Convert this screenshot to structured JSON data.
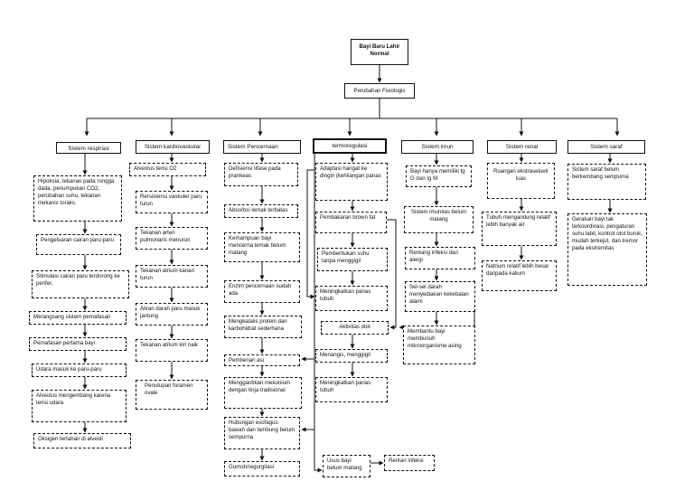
{
  "diagram": {
    "root": "Bayi Baru  Lahir Normal",
    "level1": "Perubahan Fisiologis",
    "systems": [
      {
        "title": "Sistem respirasi",
        "items": [
          "Hipoksia, tekanan pada rongga dada, penumpukan CO2, perubahan suhu, tekanan mekanis toraks.",
          "Pengeluaran cairan paru-paru",
          "Stimulasi cairan paru terdorong ke perifer,",
          "Merangsang sistem pernafasan",
          "Pernafasan pertama bayi",
          "Udara masuk ke paru-paru",
          "Alveolus mengembang karena terisi udara",
          "Oksigen tertahan di alveoli"
        ]
      },
      {
        "title": "Sistem kardiovaskular",
        "items": [
          "Alveolus terisi O2",
          "Rersistensi vaskuler paru turun",
          "Tekanan arteri pulmonaris menurun",
          "Tekanan atrium kanan turun",
          "Aliran darah paru masuk jantung",
          "Tekanan atrium kiri naik",
          "Penutupan foramen ovale"
        ]
      },
      {
        "title": "Sistem Pencernaan",
        "items": [
          "Defisiensi lifase pada prankeas",
          "Absorbsi lemak terbatas",
          "Kemampuan bayi mencerna lemak belum matang",
          "Enzim pencernaan sudah ada",
          "Mengkatalis protein dan karbohidrat sederhana",
          "Pemberian asi",
          "Menggantikan mekonium dengan tinja tradisional",
          "Hubungan esofagus bawah dan lambung belum sempurna",
          "Gumoh/regurgitasi"
        ]
      },
      {
        "title": "termoregulasi",
        "items": [
          "Adaptasi hangat ke dingin (kehilangan panas",
          "Pembakaran brown fat",
          "Pembentukan suhu tanpa menggigil",
          "Meningkatkan panas tubuh",
          "Aktivitas otot",
          "Menangis, menggigil",
          "Meningkatkan panas tubuh",
          "Usus bayi belum matang",
          "Rentan infeksi"
        ]
      },
      {
        "title": "Sistem imun",
        "items": [
          "Bayi hanya memiliki Ig G dan Ig M",
          "Sistem imunitas belum matang",
          "Rentang infeksi dan alergi",
          "Sel-sel darah menyediakan kekebalan alami",
          "Membantu bayi membunuh mikroorganisme asing"
        ]
      },
      {
        "title": "Sistem renal",
        "items": [
          "Ruangan ekstraseluelr luas",
          "Tubuh  mengandung relatif lebih banyak air",
          "Natrium relatif lebih besar daripada kalium"
        ]
      },
      {
        "title": "Sistem saraf",
        "items": [
          "Sistem saraf belum berkembang sempurna",
          "Gerakan bayi tak terkoordinasi, pengaturan suhu labil, kontrol otot buruk, mudah terkejut, dan tremor pada ekstremitas"
        ]
      }
    ]
  }
}
